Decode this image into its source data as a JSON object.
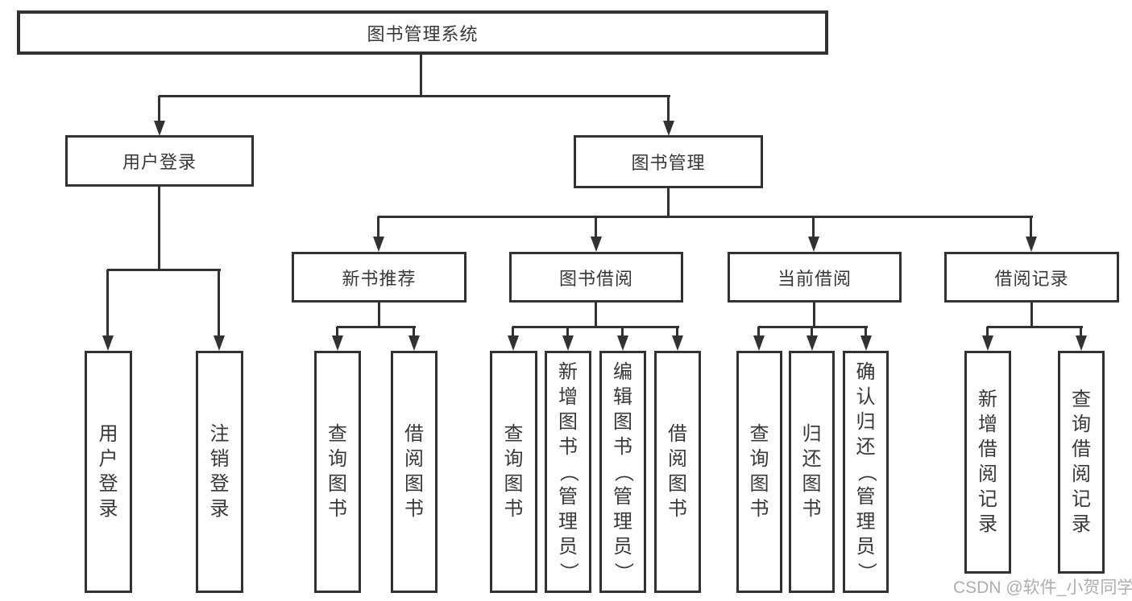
{
  "nodes": {
    "root": "图书管理系统",
    "level2": [
      "用户登录",
      "图书管理"
    ],
    "level3": [
      "新书推荐",
      "图书借阅",
      "当前借阅",
      "借阅记录"
    ],
    "leaves_user_login": [
      "用户登录",
      "注销登录"
    ],
    "leaves_new_books": [
      "查询图书",
      "借阅图书"
    ],
    "leaves_book_borrow": [
      "查询图书",
      "新增图书（管理员）",
      "编辑图书（管理员）",
      "借阅图书"
    ],
    "leaves_current_borrow": [
      "查询图书",
      "归还图书",
      "确认归还（管理员）"
    ],
    "leaves_borrow_records": [
      "新增借阅记录",
      "查询借阅记录"
    ]
  },
  "watermark": "CSDN @软件_小贺同学",
  "colors": {
    "line": "#323232",
    "text": "#383838",
    "watermark": "#aeaeae",
    "background": "#ffffff"
  }
}
